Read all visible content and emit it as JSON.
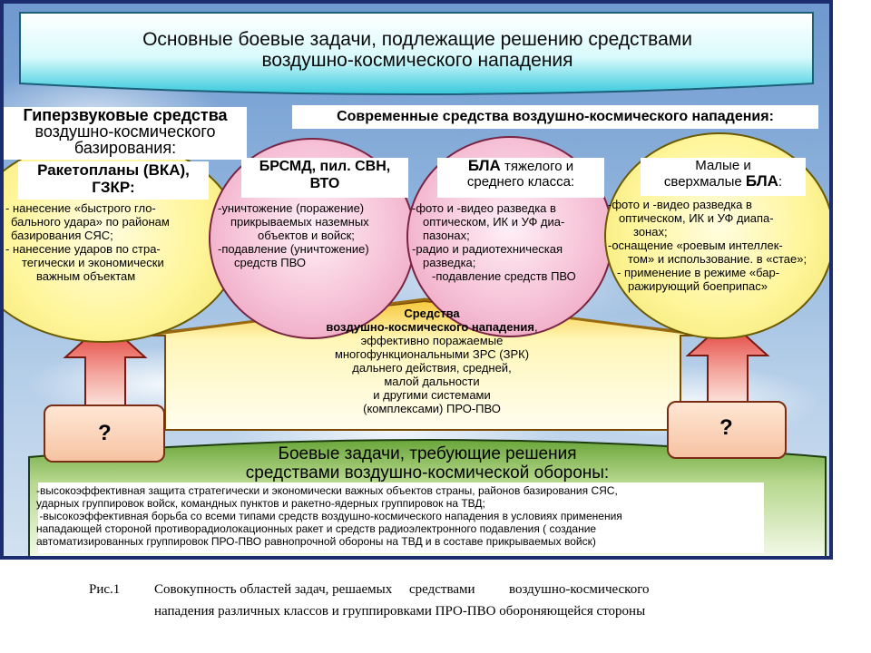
{
  "title": {
    "line1": "Основные боевые задачи, подлежащие решению средствами",
    "line2": "воздушно-космического нападения"
  },
  "hypersonic_header": {
    "line1": "Гиперзвуковые средства",
    "line2": "воздушно-космического",
    "line3": "базирования:"
  },
  "modern_header": "Современные средства воздушно-космического нападения:",
  "circle1": {
    "subtitle_line1": "Ракетопланы (ВКА),",
    "subtitle_line2": "ГЗКР:",
    "lines": [
      "- нанесение «быстрого гло-",
      "бального удара» по районам",
      "базирования СЯС;",
      "-  нанесение ударов по стра-",
      "тегически и экономически",
      "важным объектам"
    ]
  },
  "circle2": {
    "subtitle_line1": "БРСМД, пил. СВН,",
    "subtitle_line2": "ВТО",
    "lines": [
      "-уничтожение  (поражение)",
      "прикрываемых наземных",
      "объектов и войск;",
      "-подавление  (уничтожение)",
      "средств ПВО"
    ]
  },
  "circle3": {
    "subtitle_bold": "БЛА",
    "subtitle_rest": " тяжелого и",
    "subtitle_line2": "среднего класса:",
    "lines": [
      "-фото и -видео разведка в",
      "оптическом,  ИК и УФ диа-",
      "пазонах;",
      "-радио и радиотехническая",
      "разведка;",
      "-подавление  средств ПВО"
    ]
  },
  "circle4": {
    "subtitle_line1": "Малые и",
    "subtitle_line2_pre": "сверхмалые ",
    "subtitle_bold": "БЛА",
    "subtitle_post": ":",
    "lines": [
      "-фото и -видео разведка в",
      "оптическом, ИК и УФ диапа-",
      "зонах;",
      "-оснащение  «роевым интеллек-",
      "том» и использование.  в «стае»;",
      "-  применение  в режиме «бар-",
      "ражирующий  боеприпас»"
    ]
  },
  "middle": {
    "bold_line1": "Средства",
    "bold_line2": "воздушно-космического нападения",
    "bold_suffix": ",",
    "lines": [
      "эффективно поражаемые",
      "многофункциональными  ЗРС (ЗРК)",
      "дальнего действия, средней,",
      "малой дальности",
      "и другими  системами",
      "(комплексами)   ПРО-ПВО"
    ]
  },
  "question_left": "?",
  "question_right": "?",
  "bottom": {
    "title_line1": "Боевые задачи, требующие решения",
    "title_line2": "средствами воздушно-космической обороны:",
    "lines": [
      "-высокоэффективная защита стратегически и экономически важных объектов страны, районов  базирования СЯС,",
      "ударных группировок войск, командных пунктов и ракетно-ядерных группировок на ТВД;",
      " -высокоэффективная борьба со всеми типами средств воздушно-космического нападения в условиях применения",
      "нападающей стороной противорадиолокационных ракет и средств радиоэлектронного  подавления ( создание",
      "автоматизированных группировок ПРО-ПВО равнопрочной обороны на ТВД и в составе прикрываемых войск)"
    ]
  },
  "caption": {
    "number": "Рис.1",
    "line1": "Совокупность областей задач, решаемых     средствами          воздушно-космического",
    "line2": "нападения различных классов и группировками ПРО-ПВО обороняющейся стороны"
  },
  "colors": {
    "frame": "#1b2d6e",
    "title_fill": "#bff3f7",
    "yellow_circle": "#fff59a",
    "pink_circle": "#f6c1d6",
    "roof_fill": "#fff2a8",
    "roof_border": "#7a4a00",
    "arrow_red": "#e2322d",
    "bottom_green": "#7cb04a"
  }
}
